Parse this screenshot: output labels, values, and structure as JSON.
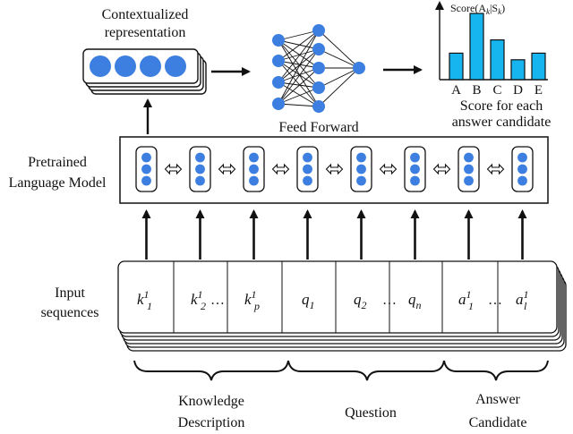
{
  "labels": {
    "contextualized_line1": "Contextualized",
    "contextualized_line2": "representation",
    "feed_forward": "Feed Forward",
    "score_axis": "Score(A",
    "score_axis_k": "k",
    "score_axis_mid": "|S",
    "score_axis_k2": "k",
    "score_axis_end": ")",
    "score_caption_line1": "Score for each",
    "score_caption_line2": "answer candidate",
    "plm_line1": "Pretrained",
    "plm_line2": "Language Model",
    "input_line1": "Input",
    "input_line2": "sequences",
    "knowledge_line1": "Knowledge",
    "knowledge_line2": "Description",
    "question": "Question",
    "answer_line1": "Answer",
    "answer_line2": "Candidate",
    "ellipsis": "…"
  },
  "answers": [
    "A",
    "B",
    "C",
    "D",
    "E"
  ],
  "chart_data": {
    "type": "bar",
    "categories": [
      "A",
      "B",
      "C",
      "D",
      "E"
    ],
    "values": [
      0.4,
      1.0,
      0.6,
      0.3,
      0.4
    ],
    "ylabel": "Score(A_k|S_k)",
    "colors": [
      "#17b5f0"
    ]
  },
  "tokens": {
    "k1": "k",
    "k1_sub": "1",
    "k1_sup": "1",
    "k2": "k",
    "k2_sub": "2",
    "k2_sup": "1",
    "kp": "k",
    "kp_sub": "p",
    "kp_sup": "1",
    "q1": "q",
    "q1_sub": "1",
    "q2": "q",
    "q2_sub": "2",
    "qn": "q",
    "qn_sub": "n",
    "a1": "a",
    "a1_sub": "1",
    "a1_sup": "1",
    "al": "a",
    "al_sub": "l",
    "al_sup": "1"
  },
  "colors": {
    "node": "#3d7fe0",
    "bar": "#17b5f0",
    "stroke": "#111111"
  }
}
